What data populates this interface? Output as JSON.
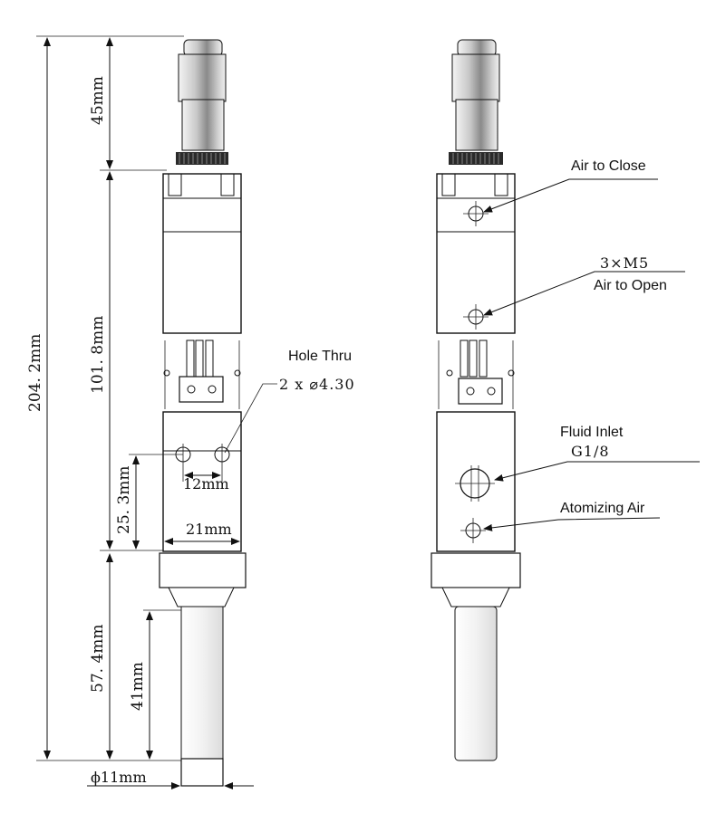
{
  "left_view": {
    "dimensions": {
      "overall_height": "204. 2mm",
      "top_section": "45mm",
      "middle_section": "101. 8mm",
      "hole_height": "25. 3mm",
      "bottom_section": "57. 4mm",
      "nozzle_length": "41mm",
      "hole_spacing": "12mm",
      "block_width": "21mm",
      "nozzle_diameter": "ϕ11mm"
    },
    "callouts": {
      "hole_thru_title": "Hole Thru",
      "hole_thru_spec": "2 x ⌀4.30"
    }
  },
  "right_view": {
    "callouts": {
      "air_to_close": "Air to Close",
      "port_thread": "3×M5",
      "air_to_open": "Air to Open",
      "fluid_inlet": "Fluid Inlet",
      "fluid_thread": "G1/8",
      "atomizing_air": "Atomizing Air"
    }
  }
}
